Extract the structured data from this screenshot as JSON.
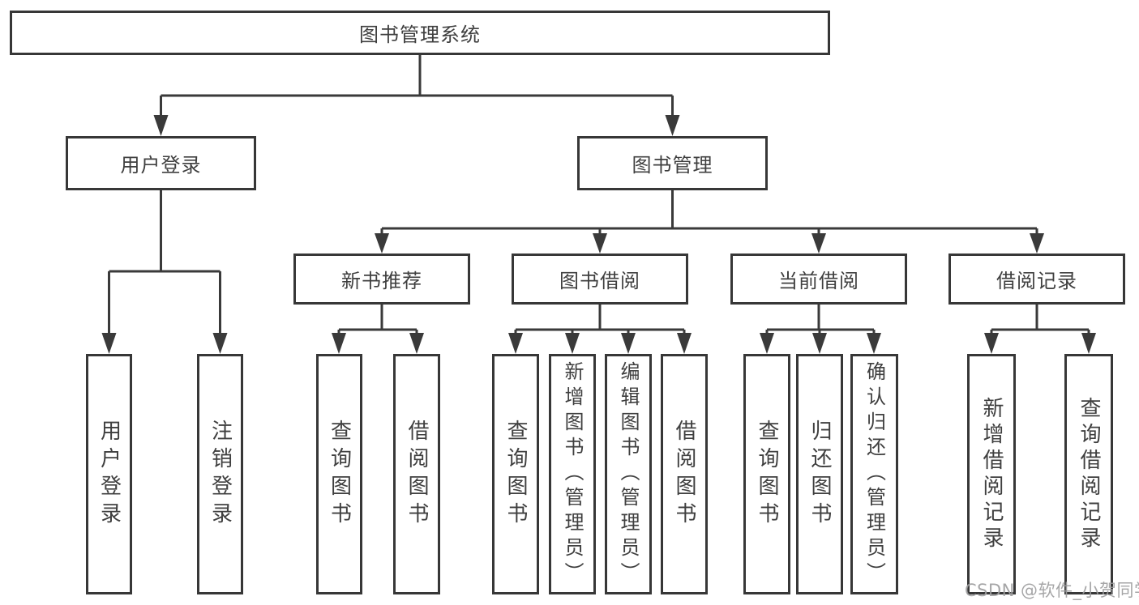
{
  "watermark": "CSDN @软件_小贺同学",
  "nodes": {
    "root": "图书管理系统",
    "level2": {
      "user_login": "用户登录",
      "book_mgmt": "图书管理"
    },
    "level3": {
      "new_books": "新书推荐",
      "book_borrow": "图书借阅",
      "current_borrow": "当前借阅",
      "borrow_records": "借阅记录"
    },
    "leaves": {
      "user_login": [
        "用户登录",
        "注销登录"
      ],
      "new_books": [
        "查询图书",
        "借阅图书"
      ],
      "book_borrow": [
        "查询图书",
        "新增图书（管理员）",
        "编辑图书（管理员）",
        "借阅图书"
      ],
      "current_borrow": [
        "查询图书",
        "归还图书",
        "确认归还（管理员）"
      ],
      "borrow_records": [
        "新增借阅记录",
        "查询借阅记录"
      ]
    }
  }
}
